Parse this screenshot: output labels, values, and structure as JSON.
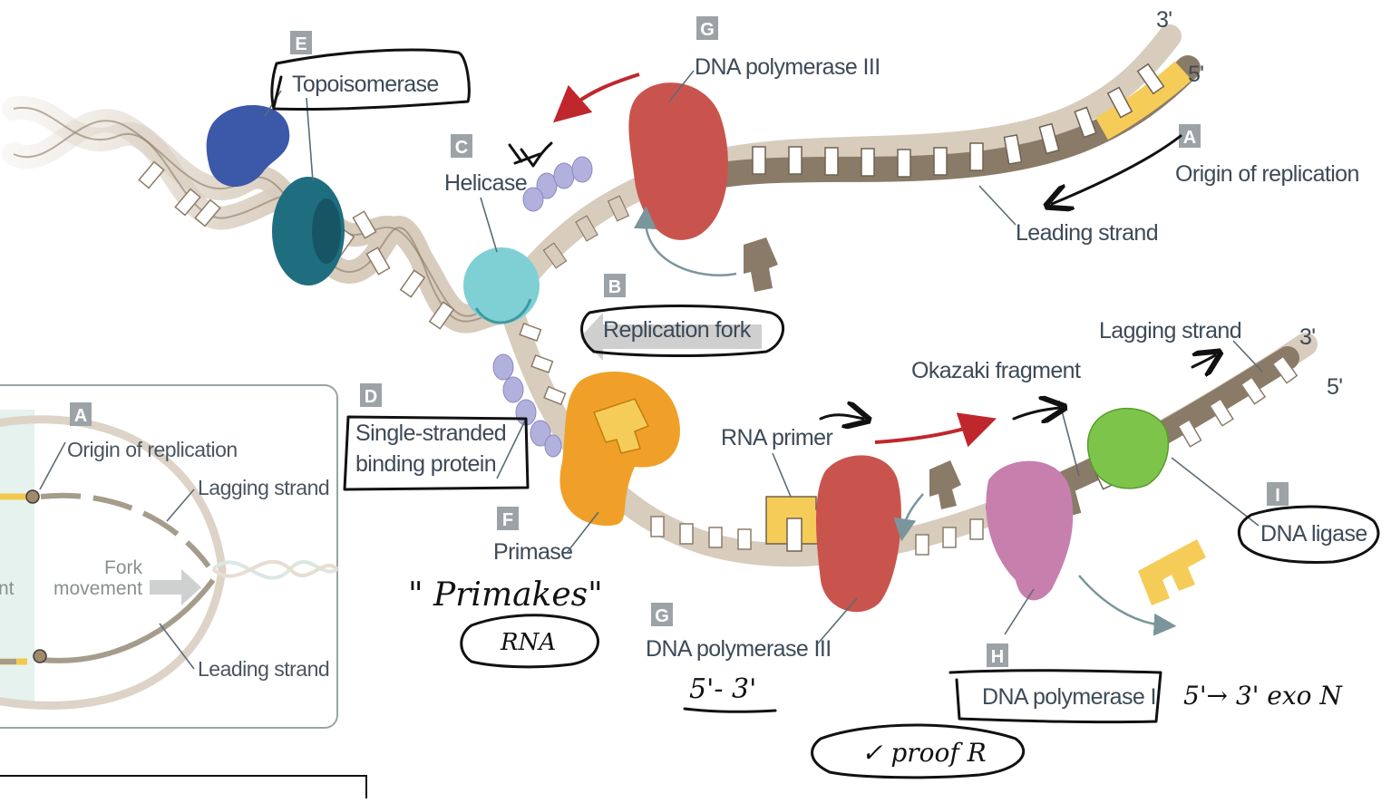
{
  "labels": {
    "topoisomerase": {
      "letter": "E",
      "text": "Topoisomerase"
    },
    "helicase": {
      "letter": "C",
      "text": "Helicase"
    },
    "dna_pol_iii_top": {
      "letter": "G",
      "text": "DNA polymerase III"
    },
    "origin": {
      "letter": "A",
      "text": "Origin of replication"
    },
    "leading_strand": {
      "text": "Leading strand"
    },
    "replication_fork": {
      "letter": "B",
      "text": "Replication fork"
    },
    "lagging_strand": {
      "text": "Lagging strand"
    },
    "okazaki": {
      "text": "Okazaki fragment"
    },
    "ssb": {
      "letter": "D",
      "line1": "Single-stranded",
      "line2": "binding protein"
    },
    "rna_primer": {
      "text": "RNA primer"
    },
    "primase": {
      "letter": "F",
      "text": "Primase"
    },
    "dna_pol_iii_bottom": {
      "letter": "G",
      "text": "DNA polymerase III"
    },
    "dna_pol_i": {
      "letter": "H",
      "text": "DNA polymerase I"
    },
    "dna_ligase": {
      "letter": "I",
      "text": "DNA ligase"
    },
    "top_3prime": "3'",
    "top_5prime": "5'",
    "bottom_3prime": "3'",
    "bottom_5prime": "5'"
  },
  "inset": {
    "origin_letter": "A",
    "origin": "Origin of replication",
    "lagging": "Lagging strand",
    "fork_line1": "Fork",
    "fork_line2": "movement",
    "leading": "Leading strand",
    "cut_text": "nt"
  },
  "handwriting": {
    "primakes": "\" Primakes\"",
    "rna": "RNA",
    "pol3_direction": "5'- 3'",
    "pol1_note": "5'→ 3' exo N",
    "proof": "✓ proof R"
  },
  "colors": {
    "backbone": "#d8ccbd",
    "new_strand": "#8a7b68",
    "topoisomerase": "#3c58a8",
    "gyrase_teal": "#1f6e80",
    "helicase": "#7fd0d4",
    "polymerase_iii": "#c9544e",
    "primase": "#f0a028",
    "primer": "#f6cc58",
    "polymerase_i": "#c77fae",
    "ligase": "#7cc54a",
    "ssb": "#b2b0dc",
    "arrow_red": "#c0272d"
  }
}
